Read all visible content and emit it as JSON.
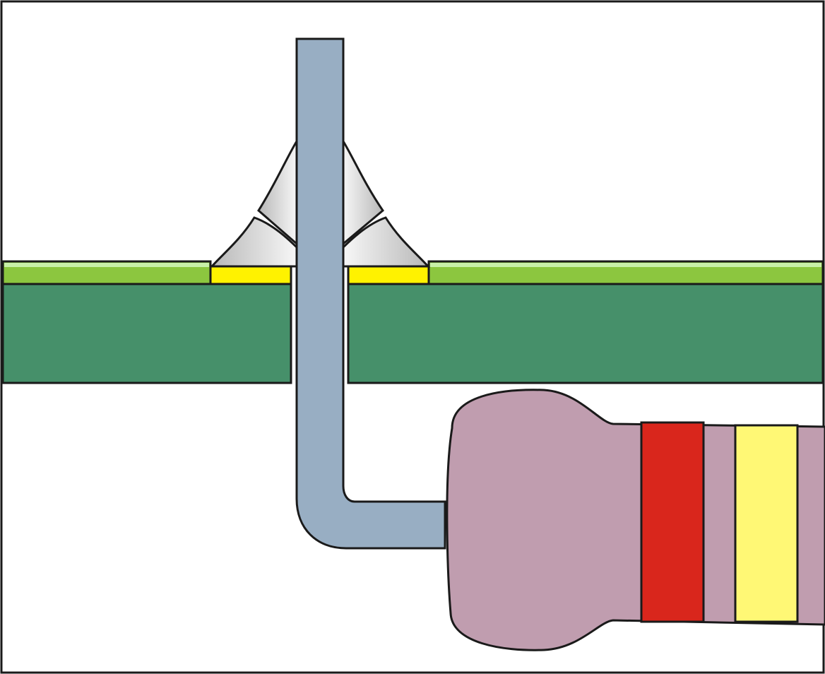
{
  "colors": {
    "background": "#ffffff",
    "outline": "#1a1a1a",
    "board_substrate": "#46906a",
    "solder_mask": "#8cc63f",
    "solder_mask_highlight": "#c8f0a8",
    "copper_pad": "#fff200",
    "component_lead": "#98aec3",
    "solder_fillet_light": "#f7f7f7",
    "solder_fillet_dark": "#b8b8b8",
    "resistor_body": "#c09daf",
    "resistor_band_1": "#d9261c",
    "resistor_band_2": "#fff875"
  },
  "icons": {
    "board": "pcb-cross-section",
    "lead": "through-hole-lead",
    "fillet": "solder-fillet",
    "component": "axial-resistor"
  }
}
